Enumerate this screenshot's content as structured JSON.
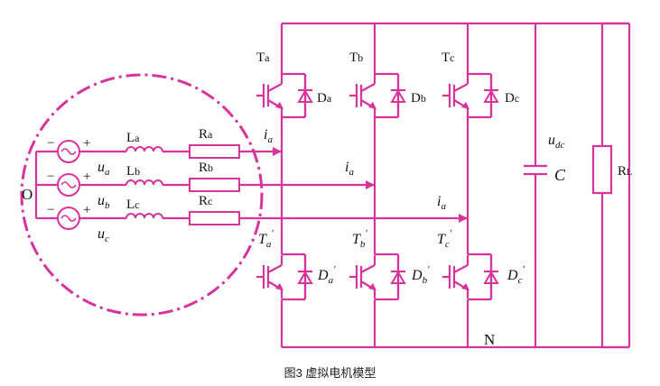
{
  "caption": "图3 虚拟电机模型",
  "colors": {
    "wire": "#d6339b",
    "text": "#111111"
  },
  "labels": {
    "neutral": "O",
    "node_N": "N",
    "dc_voltage": "u",
    "dc_voltage_sub": "dc",
    "capacitor": "C",
    "load": "R",
    "load_sub": "L",
    "sources": [
      {
        "u": "u",
        "u_sub": "a",
        "L": "L",
        "L_sub": "a",
        "R": "R",
        "R_sub": "a",
        "minus": "−",
        "plus": "+"
      },
      {
        "u": "u",
        "u_sub": "b",
        "L": "L",
        "L_sub": "b",
        "R": "R",
        "R_sub": "b",
        "minus": "−",
        "plus": "+"
      },
      {
        "u": "u",
        "u_sub": "c",
        "L": "L",
        "L_sub": "c",
        "R": "R",
        "R_sub": "c",
        "minus": "−",
        "plus": "+"
      }
    ],
    "currents": [
      {
        "i": "i",
        "sub": "a"
      },
      {
        "i": "i",
        "sub": "a"
      },
      {
        "i": "i",
        "sub": "a"
      }
    ],
    "upper": [
      {
        "T": "T",
        "T_sub": "a",
        "D": "D",
        "D_sub": "a"
      },
      {
        "T": "T",
        "T_sub": "b",
        "D": "D",
        "D_sub": "b"
      },
      {
        "T": "T",
        "T_sub": "c",
        "D": "D",
        "D_sub": "c"
      }
    ],
    "lower": [
      {
        "T": "T",
        "T_sub": "a",
        "D": "D",
        "D_sub": "a",
        "prime": "'"
      },
      {
        "T": "T",
        "T_sub": "b",
        "D": "D",
        "D_sub": "b",
        "prime": "'"
      },
      {
        "T": "T",
        "T_sub": "c",
        "D": "D",
        "D_sub": "c",
        "prime": "'"
      }
    ]
  }
}
